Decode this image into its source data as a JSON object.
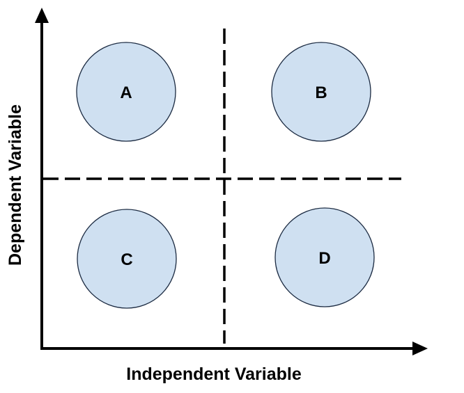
{
  "diagram": {
    "type": "quadrant-diagram",
    "x_axis_label": "Independent Variable",
    "y_axis_label": "Dependent Variable",
    "nodes": [
      {
        "label": "A",
        "quadrant": "top-left"
      },
      {
        "label": "B",
        "quadrant": "top-right"
      },
      {
        "label": "C",
        "quadrant": "bottom-left"
      },
      {
        "label": "D",
        "quadrant": "bottom-right"
      }
    ],
    "colors": {
      "node_fill": "#cfe0f1",
      "node_stroke": "#1b2a41",
      "line": "#000000",
      "background": "#ffffff"
    }
  }
}
